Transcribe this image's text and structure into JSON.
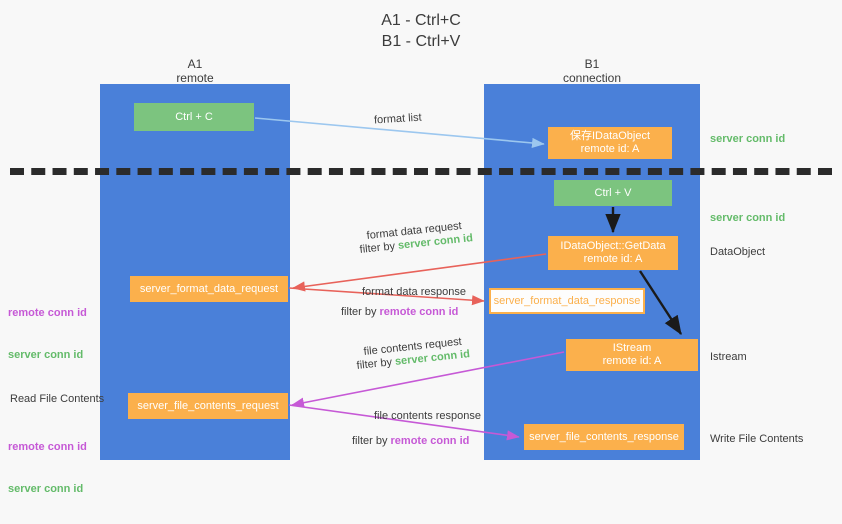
{
  "title": "A1 - Ctrl+C\nB1 - Ctrl+V",
  "lanes": {
    "a": {
      "name": "A1",
      "sub": "remote",
      "header": "A1\nremote",
      "color": "#4a80d9"
    },
    "b": {
      "name": "B1",
      "sub": "connection",
      "header": "B1\nconnection",
      "color": "#4a80d9"
    }
  },
  "colors": {
    "lane_blue": "#4a80d9",
    "green_box": "#7cc47f",
    "orange_box": "#fbb04c",
    "server_conn_green": "#64bb6a",
    "remote_conn_purple": "#c659d6",
    "arrow_light_blue": "#9cc7ef",
    "arrow_red": "#e8625a",
    "arrow_purple": "#c659d6",
    "arrow_black": "#1a1a1a",
    "divider_dashed": "#2b2b2b",
    "background": "#f8f8f8"
  },
  "boxes": {
    "ctrl_c": "Ctrl + C",
    "ctrl_v": "Ctrl + V",
    "data_object": "保存IDataObject\nremote id: A",
    "get_data": "IDataObject::GetData\nremote id: A",
    "istream": "IStream\nremote id: A",
    "server_format_data_request": "server_format_data_request",
    "server_format_data_response": "server_format_data_response",
    "server_file_contents_request": "server_file_contents_request",
    "server_file_contents_response": "server_file_contents_response"
  },
  "edge_labels": {
    "format_list": "format list",
    "format_data_request": "format data request",
    "format_data_request_filter_prefix": "filter by ",
    "format_data_request_filter_key": "server conn id",
    "format_data_response": "format data response",
    "format_data_response_filter_prefix": "filter by ",
    "format_data_response_filter_key": "remote conn id",
    "file_contents_request": "file contents request",
    "file_contents_request_filter_prefix": "filter by ",
    "file_contents_request_filter_key": "server conn id",
    "file_contents_response": "file contents response",
    "file_contents_response_filter_prefix": "filter by ",
    "file_contents_response_filter_key": "remote conn id"
  },
  "annotations": {
    "right": {
      "server_conn_id_1": "server conn id",
      "server_conn_id_2": "server conn id",
      "data_object": "DataObject",
      "istream": "Istream",
      "write_file_contents": "Write File Contents"
    },
    "left": {
      "remote_conn_id_1": "remote conn id",
      "server_conn_id_1": "server conn id",
      "read_file_contents": "Read File Contents",
      "remote_conn_id_2": "remote conn id",
      "server_conn_id_2": "server conn id"
    }
  }
}
